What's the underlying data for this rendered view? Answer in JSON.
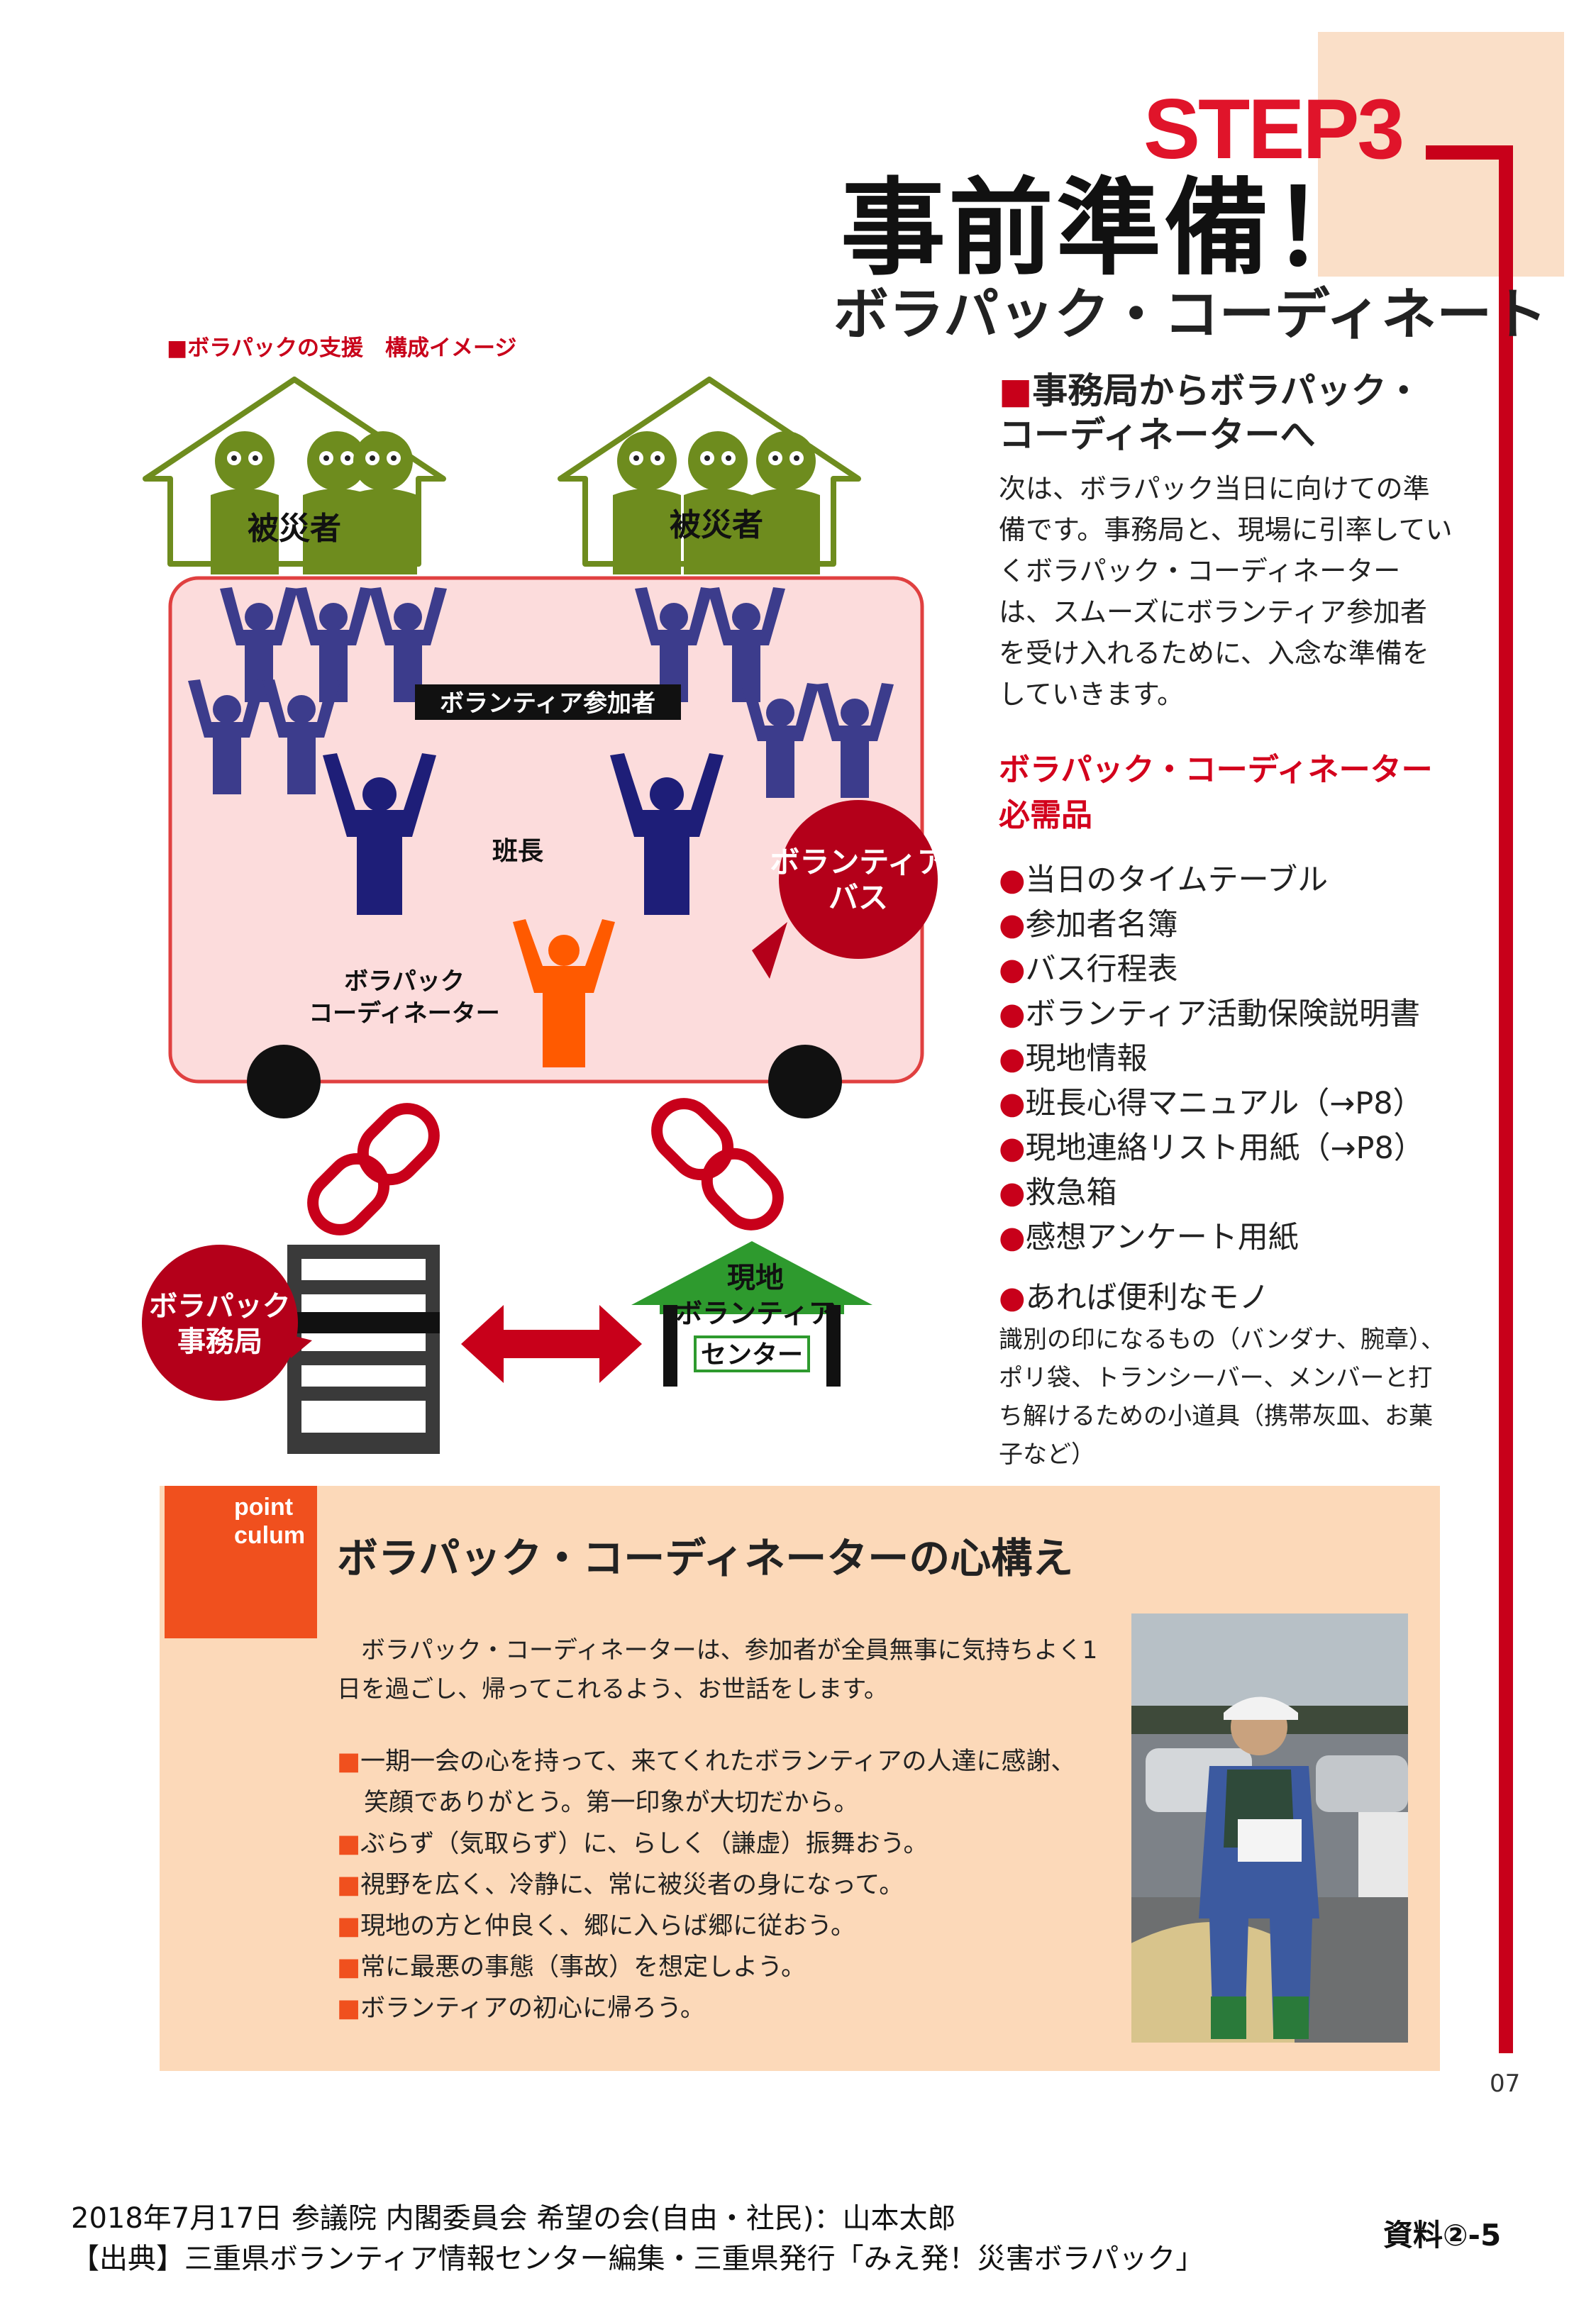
{
  "header": {
    "step_label": "STEP3",
    "title": "事前準備！",
    "subtitle": "ボラパック・コーディネート"
  },
  "diagram": {
    "caption": "■ボラパックの支援　構成イメージ",
    "victims_label_left": "被災者",
    "victims_label_right": "被災者",
    "volunteers_label": "ボランティア参加者",
    "leader_label": "班長",
    "coordinator_label_line1": "ボラパック",
    "coordinator_label_line2": "コーディネーター",
    "bus_label_line1": "ボランティア",
    "bus_label_line2": "バス",
    "office_label_line1": "ボラパック",
    "office_label_line2": "事務局",
    "center_label_line1": "現地",
    "center_label_line2": "ボランティア",
    "center_label_line3": "センター"
  },
  "section": {
    "heading_marker": "■",
    "heading": "事務局からボラパック・コーディネーターへ",
    "intro": "次は、ボラパック当日に向けての準備です。事務局と、現場に引率していくボラパック・コーディネーターは、スムーズにボランティア参加者を受け入れるために、入念な準備をしていきます。",
    "items_heading_line1": "ボラパック・コーディネーター",
    "items_heading_line2": "必需品",
    "bullet": "●",
    "items": [
      "当日のタイムテーブル",
      "参加者名簿",
      "バス行程表",
      "ボランティア活動保険説明書",
      "現地情報",
      "班長心得マニュアル（→P8）",
      "現地連絡リスト用紙（→P8）",
      "救急箱",
      "感想アンケート用紙"
    ],
    "extra_heading": "あれば便利なモノ",
    "extra_text": "識別の印になるもの（バンダナ、腕章）、ポリ袋、トランシーバー、メンバーと打ち解けるための小道具（携帯灰皿、お菓子など）"
  },
  "point": {
    "tab_line1": "point",
    "tab_line2": "culum",
    "title": "ボラパック・コーディネーターの心構え",
    "intro": "ボラパック・コーディネーターは、参加者が全員無事に気持ちよく1日を過ごし、帰ってこれるよう、お世話をします。",
    "marker": "■",
    "items": [
      {
        "text": "一期一会の心を持って、来てくれたボランティアの人達に感謝、",
        "cont": "笑顔でありがとう。第一印象が大切だから。"
      },
      {
        "text": "ぶらず（気取らず）に、らしく（謙虚）振舞おう。",
        "cont": ""
      },
      {
        "text": "視野を広く、冷静に、常に被災者の身になって。",
        "cont": ""
      },
      {
        "text": "現地の方と仲良く、郷に入らば郷に従おう。",
        "cont": ""
      },
      {
        "text": "常に最悪の事態（事故）を想定しよう。",
        "cont": ""
      },
      {
        "text": "ボランティアの初心に帰ろう。",
        "cont": ""
      }
    ]
  },
  "page_number": "07",
  "footer": {
    "line1": "2018年7月17日 参議院 内閣委員会 希望の会(自由・社民)：山本太郎",
    "line2": "【出典】三重県ボランティア情報センター編集・三重県発行「みえ発！災害ボラパック」",
    "ref": "資料②-5"
  },
  "colors": {
    "red": "#c8001a",
    "orange": "#f0501e",
    "peach": "#fcd9b9",
    "olive": "#6e8c1e",
    "indigo": "#3c3c8c",
    "navy": "#1e1e78",
    "bus_pink": "#fcdcdc"
  }
}
